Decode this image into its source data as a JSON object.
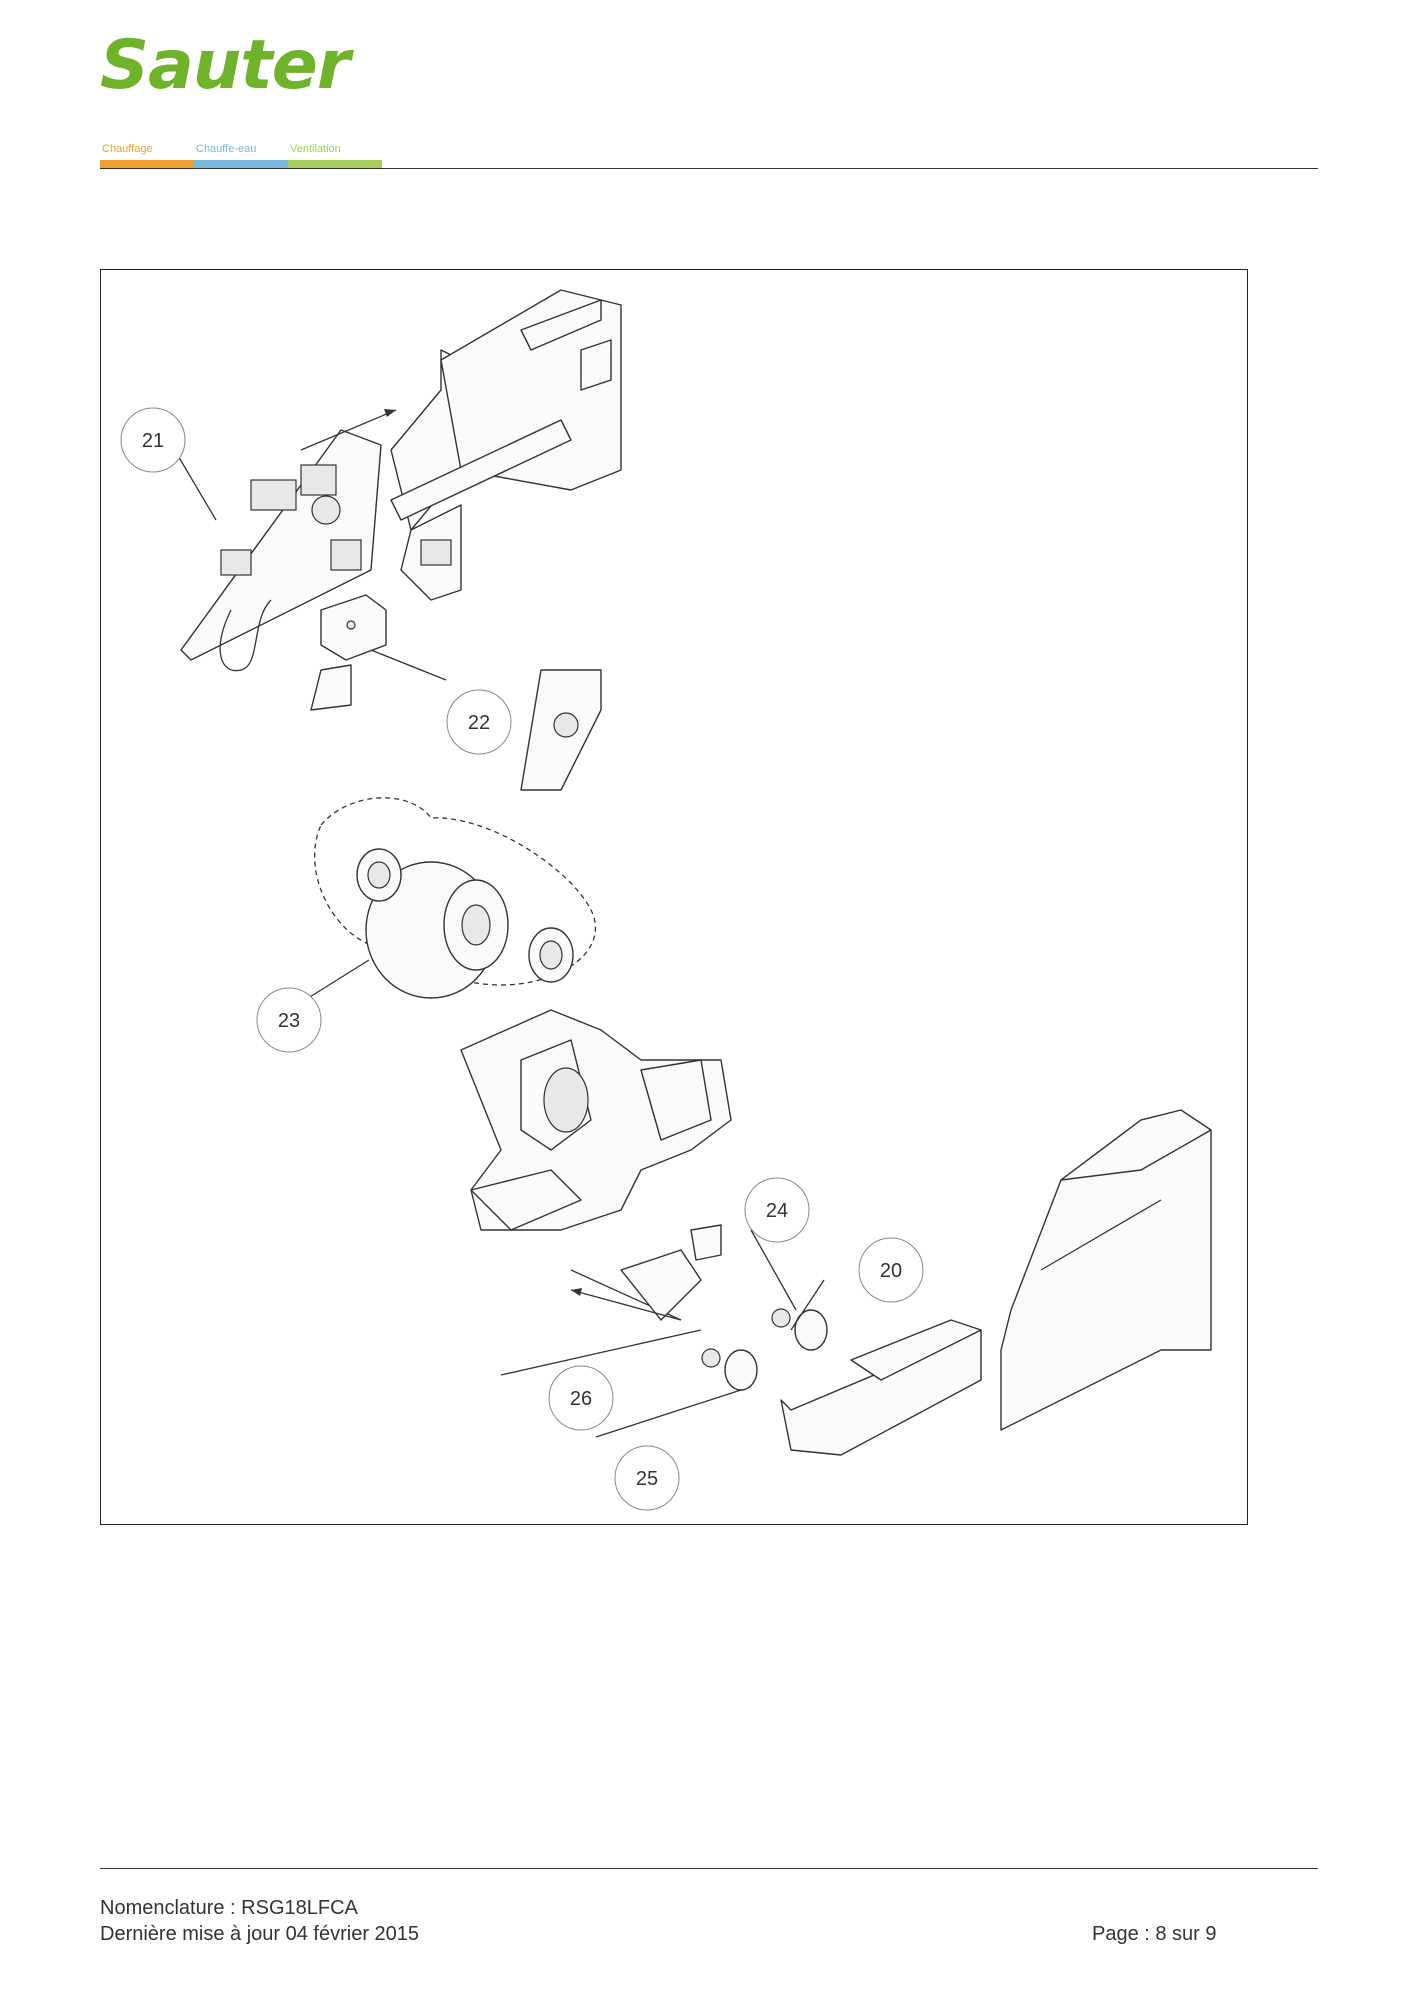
{
  "brand": {
    "name": "Sauter",
    "color": "#6fb32a"
  },
  "categories": [
    {
      "label": "Chauffage",
      "color": "#f0a030"
    },
    {
      "label": "Chauffe-eau",
      "color": "#7ab8dc"
    },
    {
      "label": "Ventilation",
      "color": "#a6cf5a"
    }
  ],
  "diagram": {
    "callouts": [
      "21",
      "22",
      "23",
      "24",
      "20",
      "26",
      "25"
    ]
  },
  "footer": {
    "nomenclature": "Nomenclature : RSG18LFCA",
    "updated": "Dernière mise à jour 04 février 2015",
    "page": "Page : 8 sur 9"
  }
}
